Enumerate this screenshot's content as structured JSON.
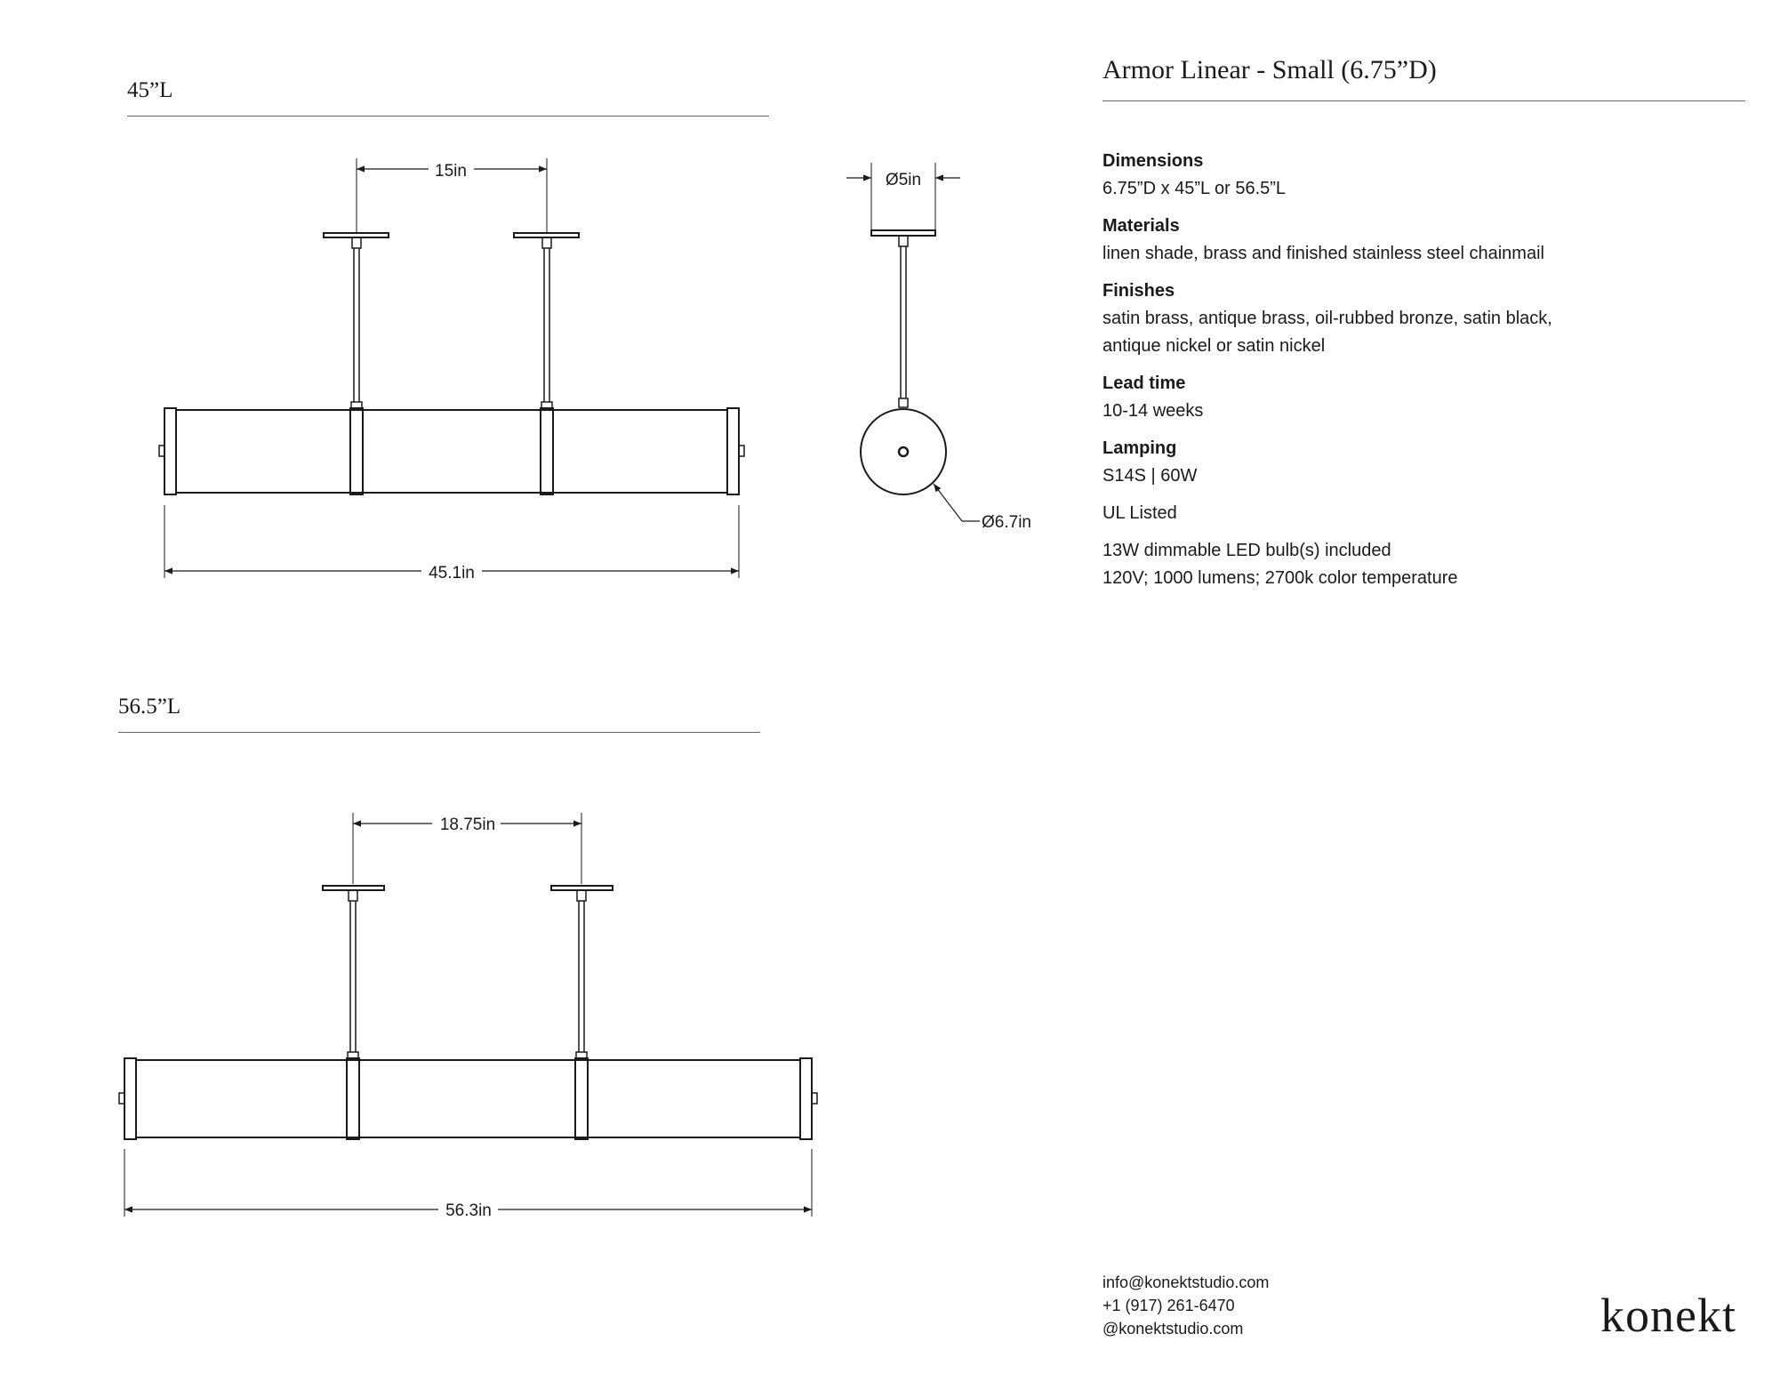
{
  "drawings": {
    "top": {
      "title": "45”L",
      "spacing_label": "15in",
      "length_label": "45.1in"
    },
    "side": {
      "canopy_label": "Ø5in",
      "shade_label": "Ø6.7in"
    },
    "bottom": {
      "title": "56.5”L",
      "spacing_label": "18.75in",
      "length_label": "56.3in"
    }
  },
  "product": {
    "title": "Armor Linear - Small (6.75”D)",
    "specs": [
      {
        "label": "Dimensions",
        "lines": [
          "6.75”D x 45”L or 56.5”L"
        ]
      },
      {
        "label": "Materials",
        "lines": [
          "linen shade, brass and finished stainless steel chainmail"
        ]
      },
      {
        "label": "Finishes",
        "lines": [
          "satin brass, antique brass, oil-rubbed bronze, satin black,",
          "antique nickel or satin nickel"
        ]
      },
      {
        "label": "Lead time",
        "lines": [
          "10-14 weeks"
        ]
      },
      {
        "label": "Lamping",
        "lines": [
          "S14S | 60W"
        ]
      },
      {
        "label": "",
        "lines": [
          "UL Listed"
        ]
      },
      {
        "label": "",
        "lines": [
          "13W dimmable LED bulb(s) included",
          "120V; 1000 lumens; 2700k color temperature"
        ]
      }
    ]
  },
  "contact": {
    "email": "info@konektstudio.com",
    "phone": "+1 (917) 261-6470",
    "handle": "@konektstudio.com"
  },
  "brand": {
    "wordmark": "konekt"
  }
}
